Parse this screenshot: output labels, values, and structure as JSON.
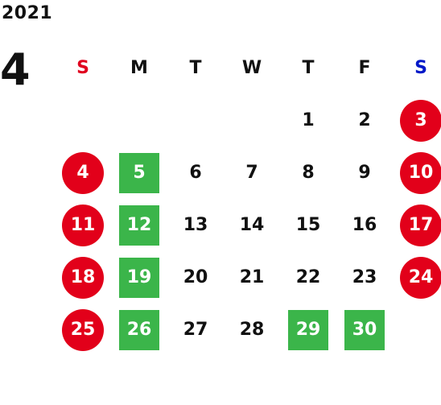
{
  "year": "2021",
  "month": "4",
  "colors": {
    "sunday": "#e0001e",
    "saturday": "#0018c8",
    "holiday_circle": "#e2001a",
    "green_box": "#3bb54a"
  },
  "weekdays": [
    "S",
    "M",
    "T",
    "W",
    "T",
    "F",
    "S"
  ],
  "weeks": [
    [
      {
        "d": ""
      },
      {
        "d": ""
      },
      {
        "d": ""
      },
      {
        "d": ""
      },
      {
        "d": "1"
      },
      {
        "d": "2"
      },
      {
        "d": "3",
        "style": "circle"
      }
    ],
    [
      {
        "d": "4",
        "style": "circle"
      },
      {
        "d": "5",
        "style": "square"
      },
      {
        "d": "6"
      },
      {
        "d": "7"
      },
      {
        "d": "8"
      },
      {
        "d": "9"
      },
      {
        "d": "10",
        "style": "circle"
      }
    ],
    [
      {
        "d": "11",
        "style": "circle"
      },
      {
        "d": "12",
        "style": "square"
      },
      {
        "d": "13"
      },
      {
        "d": "14"
      },
      {
        "d": "15"
      },
      {
        "d": "16"
      },
      {
        "d": "17",
        "style": "circle"
      }
    ],
    [
      {
        "d": "18",
        "style": "circle"
      },
      {
        "d": "19",
        "style": "square"
      },
      {
        "d": "20"
      },
      {
        "d": "21"
      },
      {
        "d": "22"
      },
      {
        "d": "23"
      },
      {
        "d": "24",
        "style": "circle"
      }
    ],
    [
      {
        "d": "25",
        "style": "circle"
      },
      {
        "d": "26",
        "style": "square"
      },
      {
        "d": "27"
      },
      {
        "d": "28"
      },
      {
        "d": "29",
        "style": "square"
      },
      {
        "d": "30",
        "style": "square"
      },
      {
        "d": ""
      }
    ]
  ]
}
